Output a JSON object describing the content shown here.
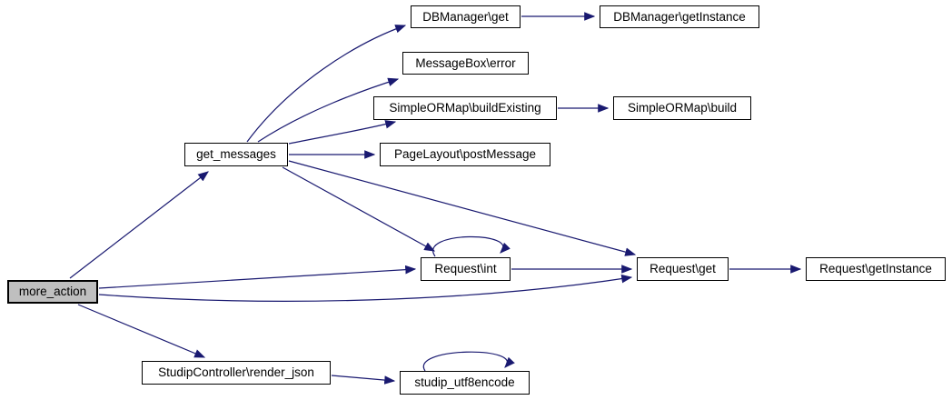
{
  "nodes": [
    {
      "id": "more_action",
      "label": "more_action",
      "highlighted": true
    },
    {
      "id": "get_messages",
      "label": "get_messages"
    },
    {
      "id": "dbmanager_get",
      "label": "DBManager\\get"
    },
    {
      "id": "dbmanager_getinstance",
      "label": "DBManager\\getInstance"
    },
    {
      "id": "messagebox_error",
      "label": "MessageBox\\error"
    },
    {
      "id": "simpleormap_buildexisting",
      "label": "SimpleORMap\\buildExisting"
    },
    {
      "id": "simpleormap_build",
      "label": "SimpleORMap\\build"
    },
    {
      "id": "pagelayout_postmessage",
      "label": "PageLayout\\postMessage"
    },
    {
      "id": "request_int",
      "label": "Request\\int"
    },
    {
      "id": "request_get",
      "label": "Request\\get"
    },
    {
      "id": "request_getinstance",
      "label": "Request\\getInstance"
    },
    {
      "id": "studipcontroller_render_json",
      "label": "StudipController\\render_json"
    },
    {
      "id": "studip_utf8encode",
      "label": "studip_utf8encode"
    }
  ],
  "edges": [
    {
      "from": "more_action",
      "to": "get_messages"
    },
    {
      "from": "more_action",
      "to": "Request\\int"
    },
    {
      "from": "more_action",
      "to": "Request\\get"
    },
    {
      "from": "more_action",
      "to": "StudipController\\render_json"
    },
    {
      "from": "get_messages",
      "to": "DBManager\\get"
    },
    {
      "from": "get_messages",
      "to": "MessageBox\\error"
    },
    {
      "from": "get_messages",
      "to": "SimpleORMap\\buildExisting"
    },
    {
      "from": "get_messages",
      "to": "PageLayout\\postMessage"
    },
    {
      "from": "get_messages",
      "to": "Request\\get"
    },
    {
      "from": "get_messages",
      "to": "Request\\int"
    },
    {
      "from": "Request\\int",
      "to": "Request\\int"
    },
    {
      "from": "Request\\int",
      "to": "Request\\get"
    },
    {
      "from": "Request\\get",
      "to": "Request\\getInstance"
    },
    {
      "from": "DBManager\\get",
      "to": "DBManager\\getInstance"
    },
    {
      "from": "SimpleORMap\\buildExisting",
      "to": "SimpleORMap\\build"
    },
    {
      "from": "StudipController\\render_json",
      "to": "studip_utf8encode"
    },
    {
      "from": "studip_utf8encode",
      "to": "studip_utf8encode"
    }
  ],
  "colors": {
    "edge": "#191970",
    "node_border": "#000000",
    "node_fill": "#ffffff",
    "highlighted_node_fill": "#bfbfbf",
    "text": "#000000",
    "background": "#ffffff"
  }
}
